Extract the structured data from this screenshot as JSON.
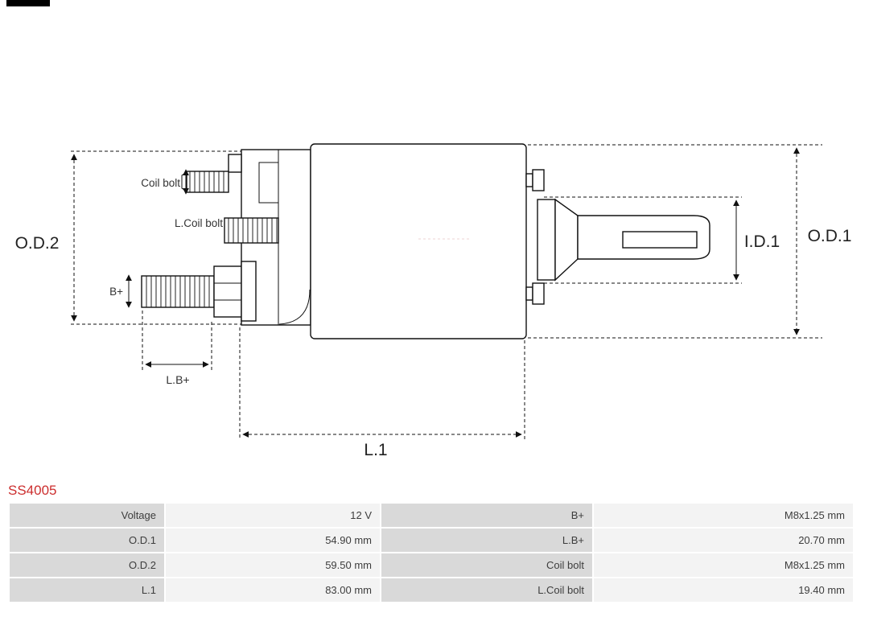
{
  "product": {
    "code": "SS4005"
  },
  "diagram": {
    "labels": {
      "od2": "O.D.2",
      "od1": "O.D.1",
      "id1": "I.D.1",
      "coil_bolt": "Coil bolt",
      "l_coil_bolt": "L.Coil bolt",
      "b_plus": "B+",
      "l_b_plus": "L.B+",
      "l1": "L.1"
    }
  },
  "table": {
    "rows": [
      [
        "Voltage",
        "12 V",
        "B+",
        "M8x1.25 mm"
      ],
      [
        "O.D.1",
        "54.90 mm",
        "L.B+",
        "20.70 mm"
      ],
      [
        "O.D.2",
        "59.50 mm",
        "Coil bolt",
        "M8x1.25 mm"
      ],
      [
        "L.1",
        "83.00 mm",
        "L.Coil bolt",
        "19.40 mm"
      ]
    ]
  },
  "colors": {
    "product_code": "#cc2e2e",
    "table_label_bg": "#d9d9d9",
    "table_value_bg": "#f3f3f3",
    "line_color": "#111111"
  }
}
